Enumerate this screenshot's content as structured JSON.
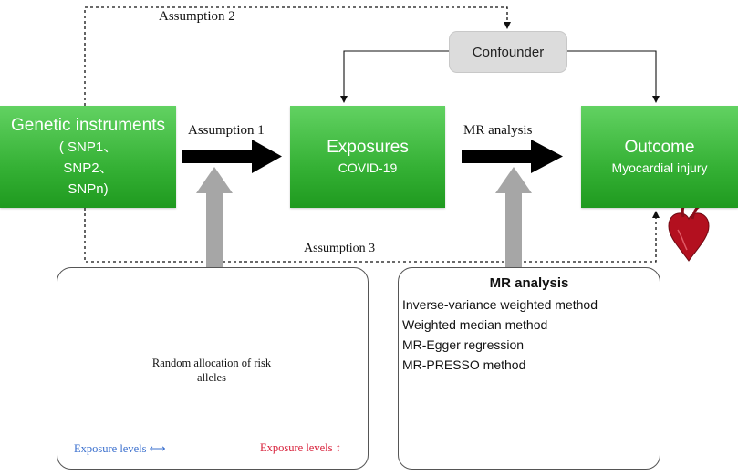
{
  "diagram": {
    "assumption2_label": "Assumption 2",
    "assumption1_label": "Assumption 1",
    "assumption3_label": "Assumption 3",
    "mr_arrow_label": "MR analysis",
    "confounder_label": "Confounder",
    "genetic_instruments": {
      "title": "Genetic instruments",
      "lines": [
        "( SNP1、",
        "SNP2、",
        "SNPn)"
      ]
    },
    "exposures": {
      "title": "Exposures",
      "subtitle": "COVID-19"
    },
    "outcome": {
      "title": "Outcome",
      "subtitle": "Myocardial injury"
    },
    "left_panel": {
      "random_allocation_label": "Random allocation of risk alleles",
      "exposure_levels_low": "Exposure levels ⟷",
      "exposure_levels_high": "Exposure levels ↕"
    },
    "right_panel": {
      "title": "MR analysis",
      "methods": [
        "Inverse-variance weighted method",
        "Weighted median method",
        "MR-Egger regression",
        "MR-PRESSO method"
      ]
    },
    "colors": {
      "green_box": "#35b135",
      "confounder_fill": "#dcdcdc",
      "gray_arrow": "#a6a6a6",
      "blue_people": "#3a6fce",
      "red_people": "#d8203a",
      "dna_teal": "#49c2b8",
      "heart_red": "#b3101f"
    },
    "icons": [
      "dna-icon",
      "people-icon",
      "line-chart-icon",
      "bell-curve-icon",
      "bar-chart-icon",
      "heart-icon"
    ]
  }
}
